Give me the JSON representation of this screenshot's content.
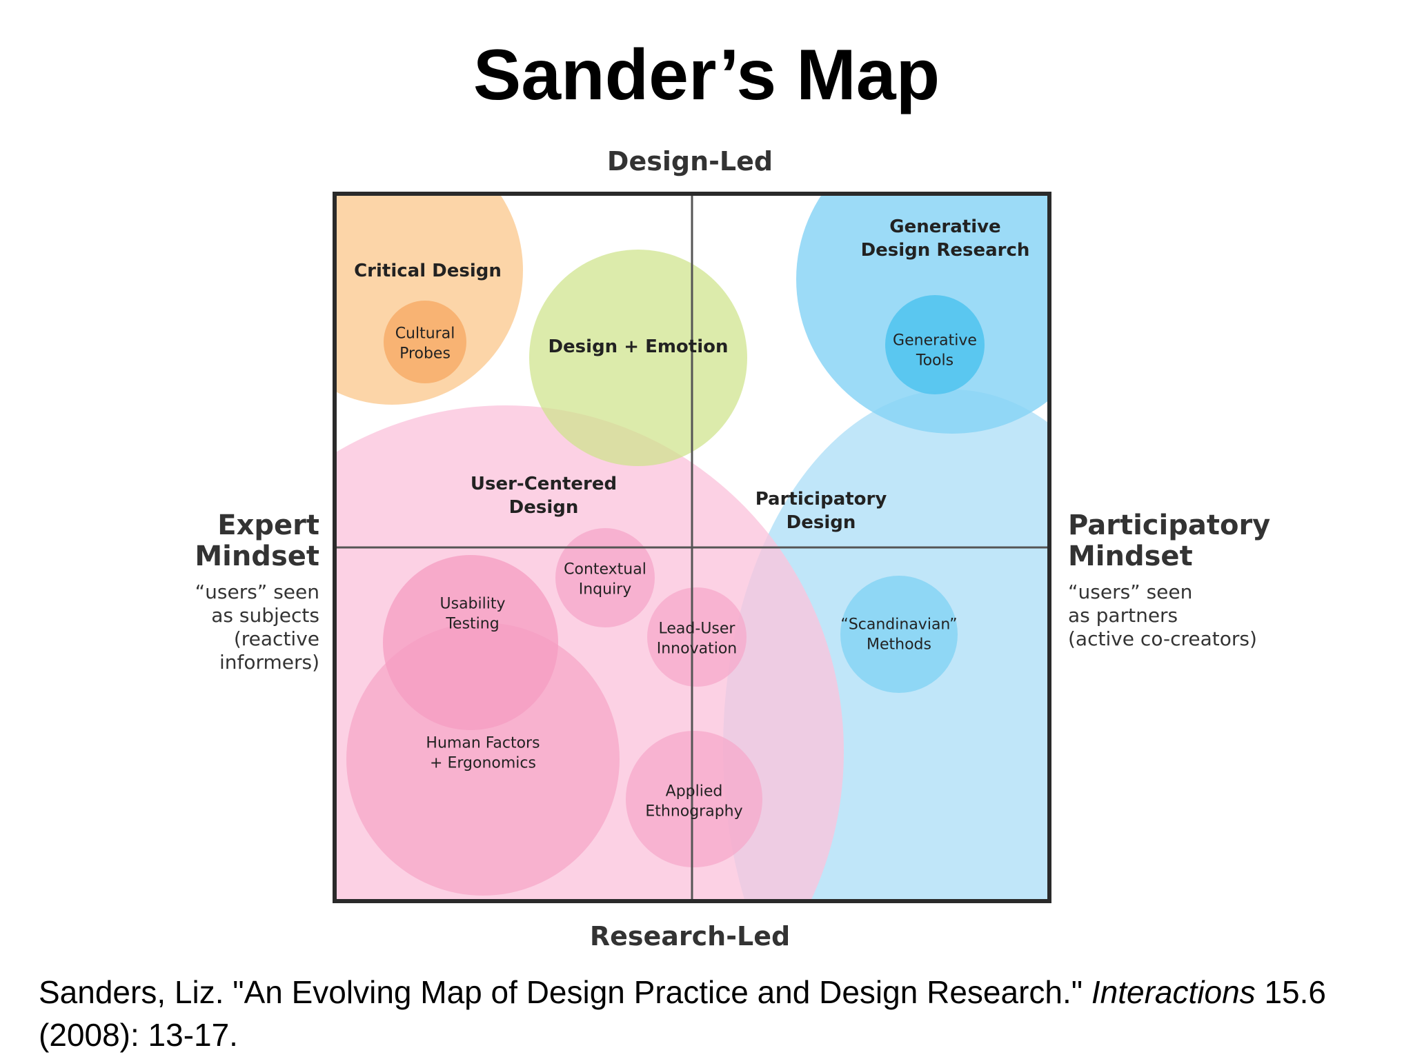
{
  "title": "Sander’s Map",
  "axes": {
    "top": "Design-Led",
    "bottom": "Research-Led",
    "left": {
      "heading": [
        "Expert",
        "Mindset"
      ],
      "sub": [
        "“users” seen",
        "as subjects",
        "(reactive",
        "informers)"
      ]
    },
    "right": {
      "heading": [
        "Participatory",
        "Mindset"
      ],
      "sub": [
        "“users” seen",
        "as partners",
        "(active co-creators)"
      ]
    }
  },
  "bubbles": [
    {
      "id": "critical-design",
      "lines": [
        "Critical Design"
      ],
      "color": "#fbc98f"
    },
    {
      "id": "cultural-probes",
      "lines": [
        "Cultural",
        "Probes"
      ],
      "color": "#f7ad6a"
    },
    {
      "id": "design-emotion",
      "lines": [
        "Design + Emotion"
      ],
      "color": "#cfe38a"
    },
    {
      "id": "generative-design-research",
      "lines": [
        "Generative",
        "Design Research"
      ],
      "color": "#86d3f5"
    },
    {
      "id": "generative-tools",
      "lines": [
        "Generative",
        "Tools"
      ],
      "color": "#4fc3ef"
    },
    {
      "id": "participatory-design",
      "lines": [
        "Participatory",
        "Design"
      ],
      "color": "#b9e3f8"
    },
    {
      "id": "user-centered-design",
      "lines": [
        "User-Centered",
        "Design"
      ],
      "color": "#fbc4dc"
    },
    {
      "id": "contextual-inquiry",
      "lines": [
        "Contextual",
        "Inquiry"
      ],
      "color": "#f6a6c9"
    },
    {
      "id": "usability-testing",
      "lines": [
        "Usability",
        "Testing"
      ],
      "color": "#f59cc2"
    },
    {
      "id": "lead-user-innovation",
      "lines": [
        "Lead-User",
        "Innovation"
      ],
      "color": "#f6a6c9"
    },
    {
      "id": "scandinavian-methods",
      "lines": [
        "“Scandinavian”",
        "Methods"
      ],
      "color": "#86d3f5"
    },
    {
      "id": "human-factors-ergonomics",
      "lines": [
        "Human Factors",
        "+ Ergonomics"
      ],
      "color": "#f59cc2"
    },
    {
      "id": "applied-ethnography",
      "lines": [
        "Applied",
        "Ethnography"
      ],
      "color": "#f6a6c9"
    }
  ],
  "citation": {
    "before": "Sanders, Liz. \"An Evolving Map of Design Practice and Design Research.\" ",
    "journal": "Interactions",
    "after": " 15.6 (2008): 13-17."
  }
}
